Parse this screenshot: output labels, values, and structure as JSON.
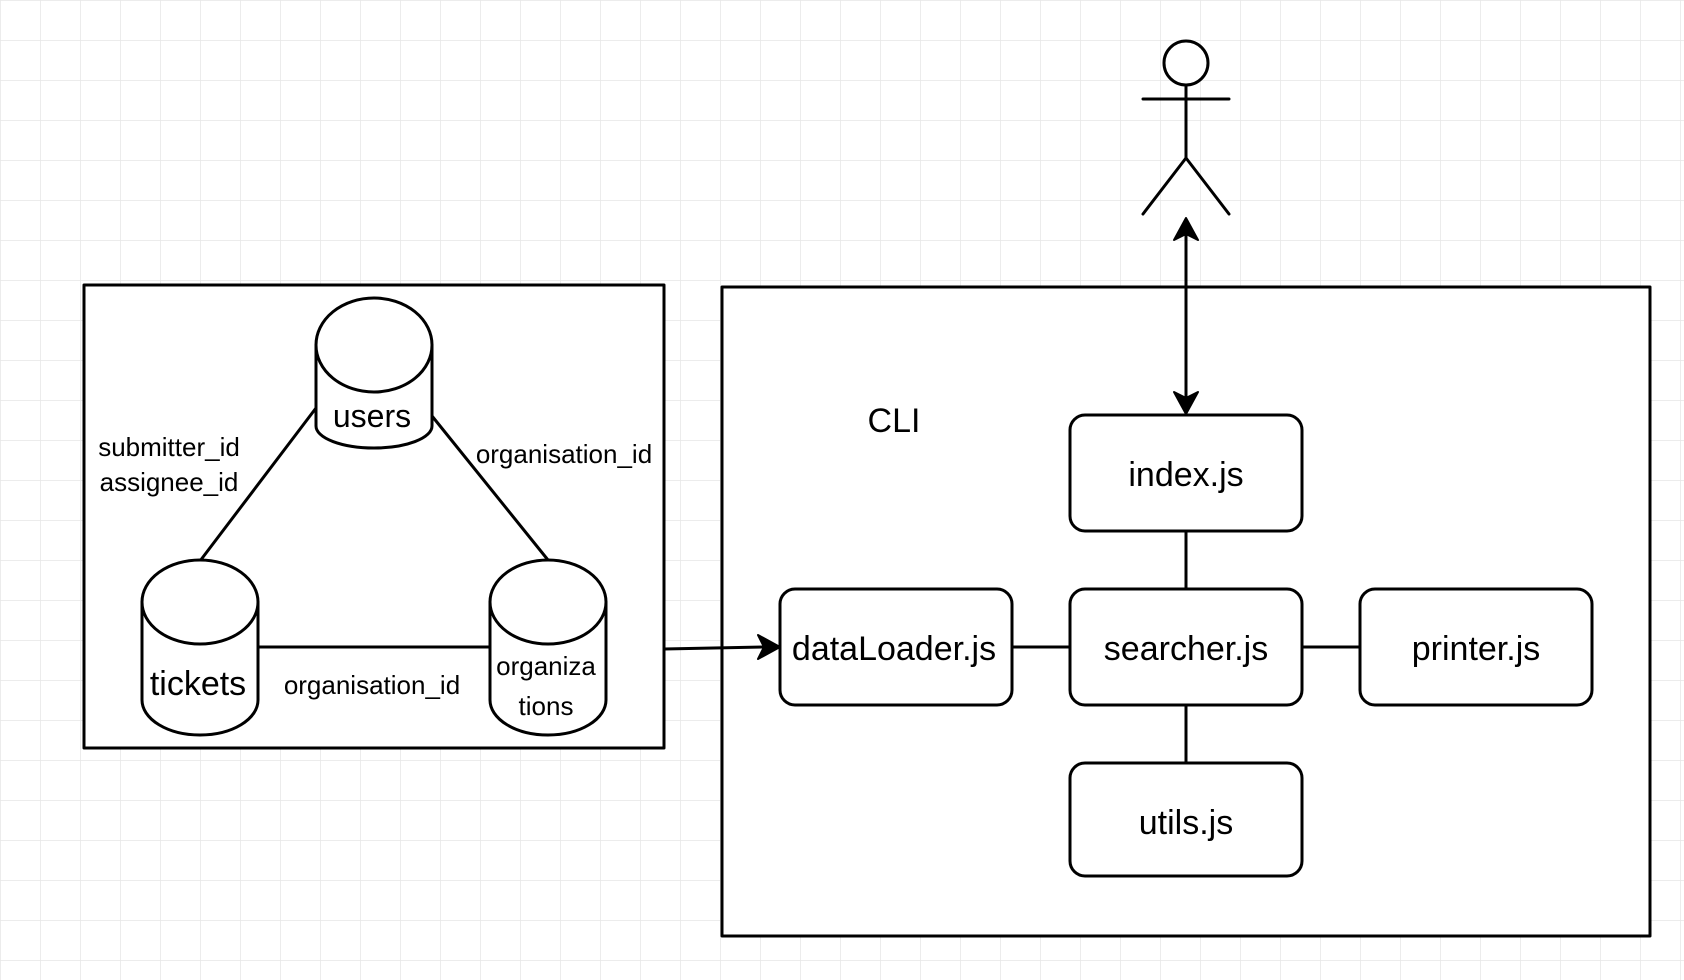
{
  "colors": {
    "background": "#ffffff",
    "grid": "#e6e6e6",
    "stroke": "#000000"
  },
  "database": {
    "users": "users",
    "tickets": "tickets",
    "organizations_line1": "organiza",
    "organizations_line2": "tions",
    "edge_users_tickets_line1": "submitter_id",
    "edge_users_tickets_line2": "assignee_id",
    "edge_users_organizations": "organisation_id",
    "edge_tickets_organizations": "organisation_id"
  },
  "cli": {
    "title": "CLI",
    "index": "index.js",
    "dataLoader": "dataLoader.js",
    "searcher": "searcher.js",
    "printer": "printer.js",
    "utils": "utils.js"
  },
  "actor": {
    "icon": "stick-figure-user-icon"
  }
}
